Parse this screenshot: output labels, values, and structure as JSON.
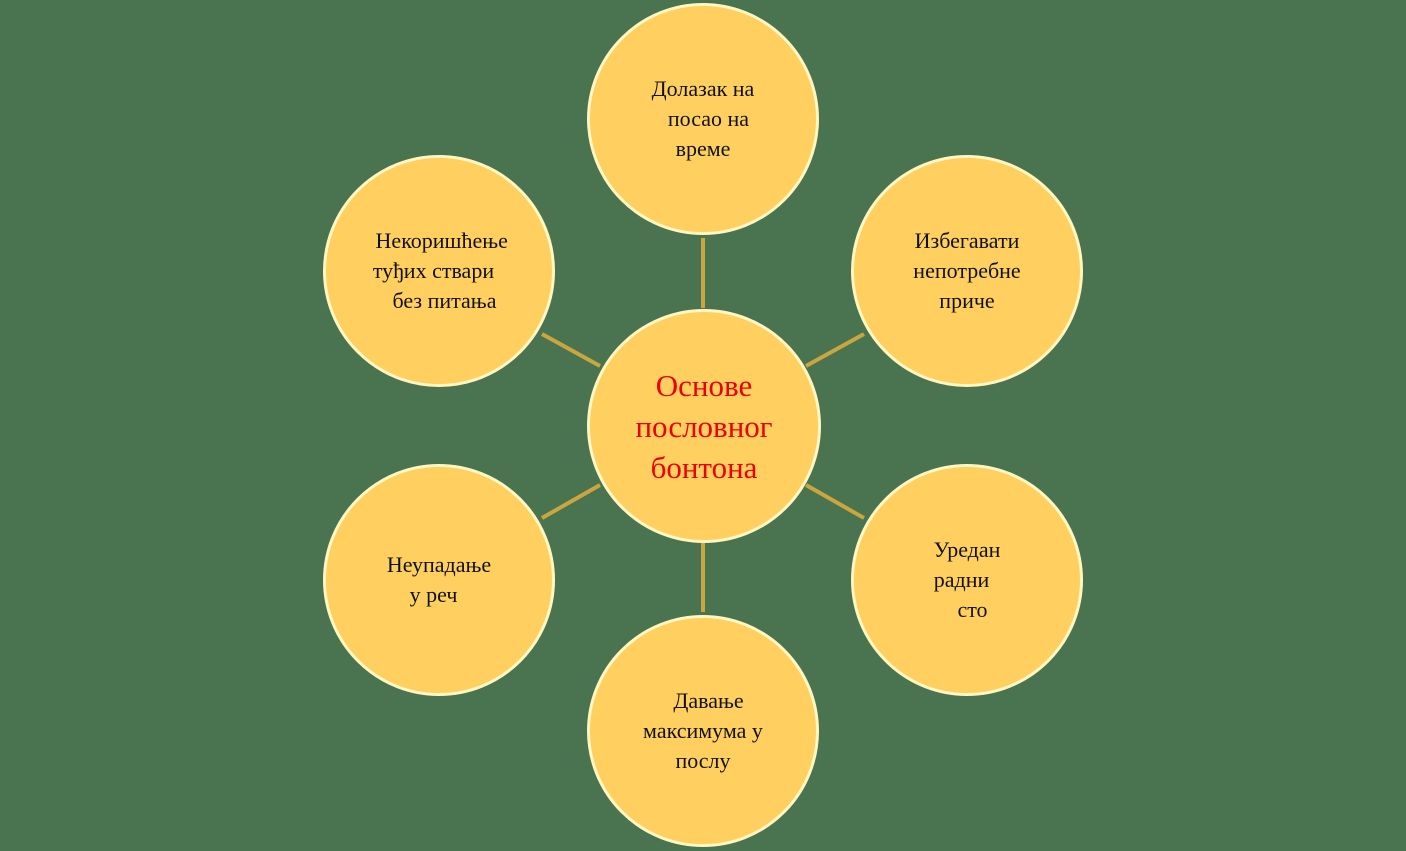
{
  "diagram": {
    "type": "radial-cycle",
    "colors": {
      "background": "#4a7350",
      "node_fill": "#ffd060",
      "node_border": "#fff7c2",
      "connector": "#c9a640",
      "center_text": "#ee0000",
      "node_text": "#111111"
    },
    "center": {
      "label": "Основе\nпословног\nбонтона"
    },
    "nodes": [
      {
        "position": "top",
        "label": "Долазак на\n  посао на\nвреме"
      },
      {
        "position": "top-right",
        "label": "Избегавати\nнепотребне\nприче"
      },
      {
        "position": "bottom-right",
        "label": "Уредан\nрадни  \n  сто"
      },
      {
        "position": "bottom",
        "label": "  Давање\nмаксимума у\nпослу"
      },
      {
        "position": "bottom-left",
        "label": "Неупадање\n у реч   "
      },
      {
        "position": "top-left",
        "label": " Некоришћење\nтуђих ствари  \n  без питања"
      }
    ]
  }
}
